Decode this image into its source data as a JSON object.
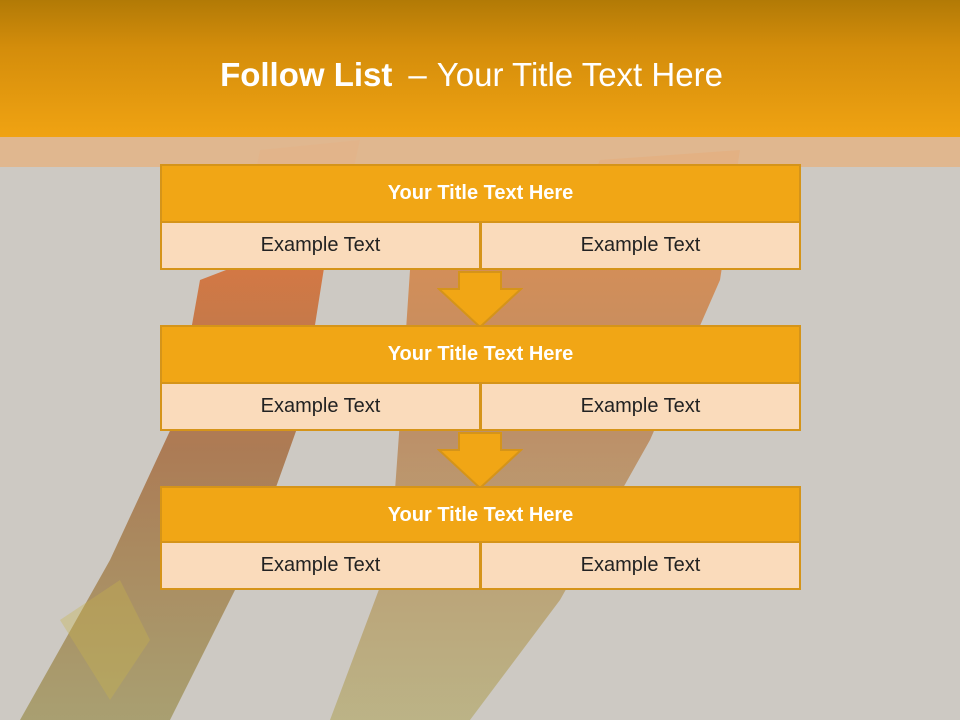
{
  "slide": {
    "title_bold": "Follow List",
    "title_separator": "–",
    "title_rest": "Your Title Text Here"
  },
  "blocks": [
    {
      "title": "Your Title Text Here",
      "cells": [
        "Example Text",
        "Example Text"
      ]
    },
    {
      "title": "Your Title Text Here",
      "cells": [
        "Example Text",
        "Example Text"
      ]
    },
    {
      "title": "Your Title Text Here",
      "cells": [
        "Example Text",
        "Example Text"
      ]
    }
  ],
  "arrows": [
    "arrow-down-icon",
    "arrow-down-icon"
  ],
  "colors": {
    "header_top": "#b27a06",
    "header_bottom": "#f0a312",
    "block_title_fill": "#f1a615",
    "block_border": "#d59419",
    "cell_fill": "#fadbbb",
    "background": "#cdc9c3"
  }
}
